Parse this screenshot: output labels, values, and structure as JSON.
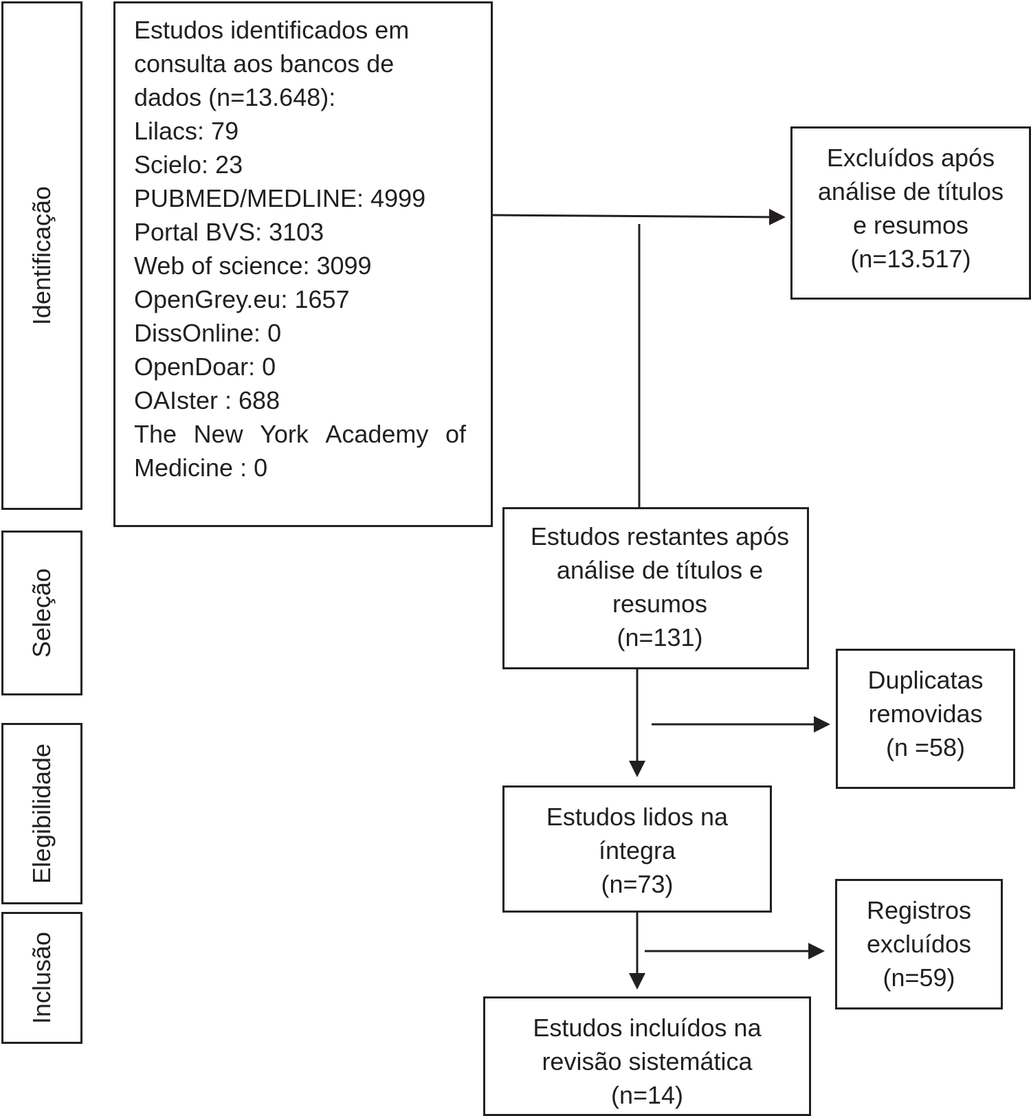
{
  "stages": {
    "identificacao": "Identificação",
    "selecao": "Seleção",
    "elegibilidade": "Elegibilidade",
    "inclusao": "Inclusão"
  },
  "identified": {
    "header_lines": [
      "Estudos identificados em",
      "consulta aos bancos de",
      "dados (n=13.648):"
    ],
    "sources": [
      "Lilacs: 79",
      "Scielo: 23",
      "PUBMED/MEDLINE: 4999",
      "Portal BVS:  3103",
      "Web of science: 3099",
      "OpenGrey.eu: 1657",
      "DissOnline: 0",
      "OpenDoar: 0",
      "OAIster : 688"
    ],
    "last_entry_words": [
      "The",
      "New",
      "York",
      "Academy",
      "of"
    ],
    "last_entry_end": "Medicine : 0"
  },
  "excluded_titles": [
    "Excluídos após",
    "análise de títulos",
    "e resumos",
    "(n=13.517)"
  ],
  "remaining": [
    "Estudos restantes após",
    "análise de títulos e",
    "resumos",
    "(n=131)"
  ],
  "duplicates": [
    "Duplicatas",
    "removidas",
    "(n =58)"
  ],
  "full_read": [
    "Estudos lidos na",
    "íntegra",
    "(n=73)"
  ],
  "records_excluded": [
    "Registros",
    "excluídos",
    "(n=59)"
  ],
  "included": [
    "Estudos incluídos na",
    "revisão sistemática",
    "(n=14)"
  ]
}
